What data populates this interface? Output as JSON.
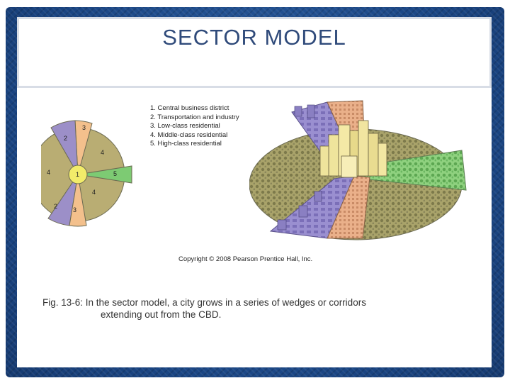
{
  "slide": {
    "title": "SECTOR MODEL"
  },
  "figure": {
    "legend": [
      "1. Central business district",
      "2. Transportation and industry",
      "3. Low-class residential",
      "4. Middle-class residential",
      "5. High-class residential"
    ],
    "wedge_labels": [
      "3",
      "2",
      "4",
      "4",
      "1",
      "5",
      "4",
      "2",
      "3"
    ],
    "copyright": "Copyright © 2008 Pearson Prentice Hall, Inc.",
    "colors": {
      "cbd": "#f2ec6a",
      "transport": "#9c8fc8",
      "low_class": "#f3c08c",
      "middle_class": "#b9ad73",
      "high_class": "#7dcb73"
    }
  },
  "caption": {
    "line1": "Fig. 13-6: In the sector model, a city grows in a series of wedges or corridors",
    "line2": "extending out from the CBD."
  }
}
